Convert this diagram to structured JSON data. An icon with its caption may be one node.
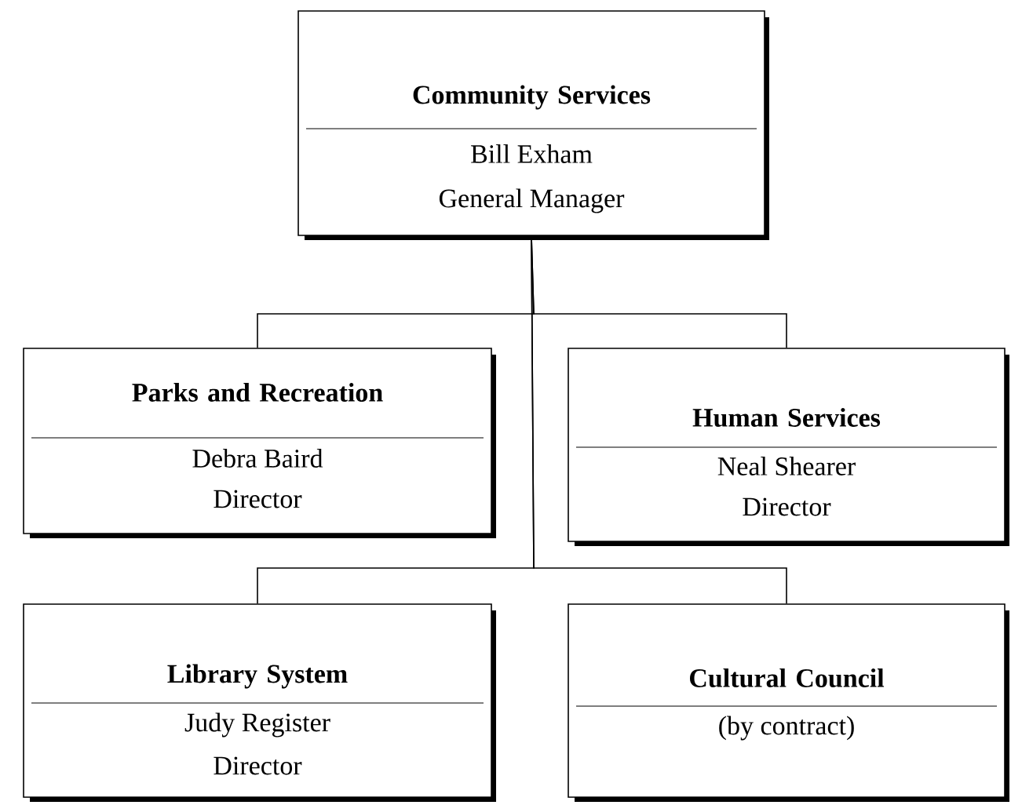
{
  "diagram": {
    "nodes": [
      {
        "text": [
          "Community Services",
          "Bill Exham",
          "General Manager"
        ]
      },
      {
        "text": [
          "Parks and Recreation",
          "Debra Baird",
          "Director"
        ]
      },
      {
        "text": [
          "Human Services",
          "Neal Shearer",
          "Director"
        ]
      },
      {
        "text": [
          "Library System",
          "Judy Register",
          "Director"
        ]
      },
      {
        "text": [
          "Cultural Council",
          "(by contract)"
        ]
      }
    ],
    "edges": [
      {
        "from": 0,
        "to": 1,
        "arrow": "none"
      },
      {
        "from": 0,
        "to": 2,
        "arrow": "none"
      },
      {
        "from": 0,
        "to": 3,
        "arrow": "none"
      },
      {
        "from": 0,
        "to": 4,
        "arrow": "none"
      }
    ]
  }
}
